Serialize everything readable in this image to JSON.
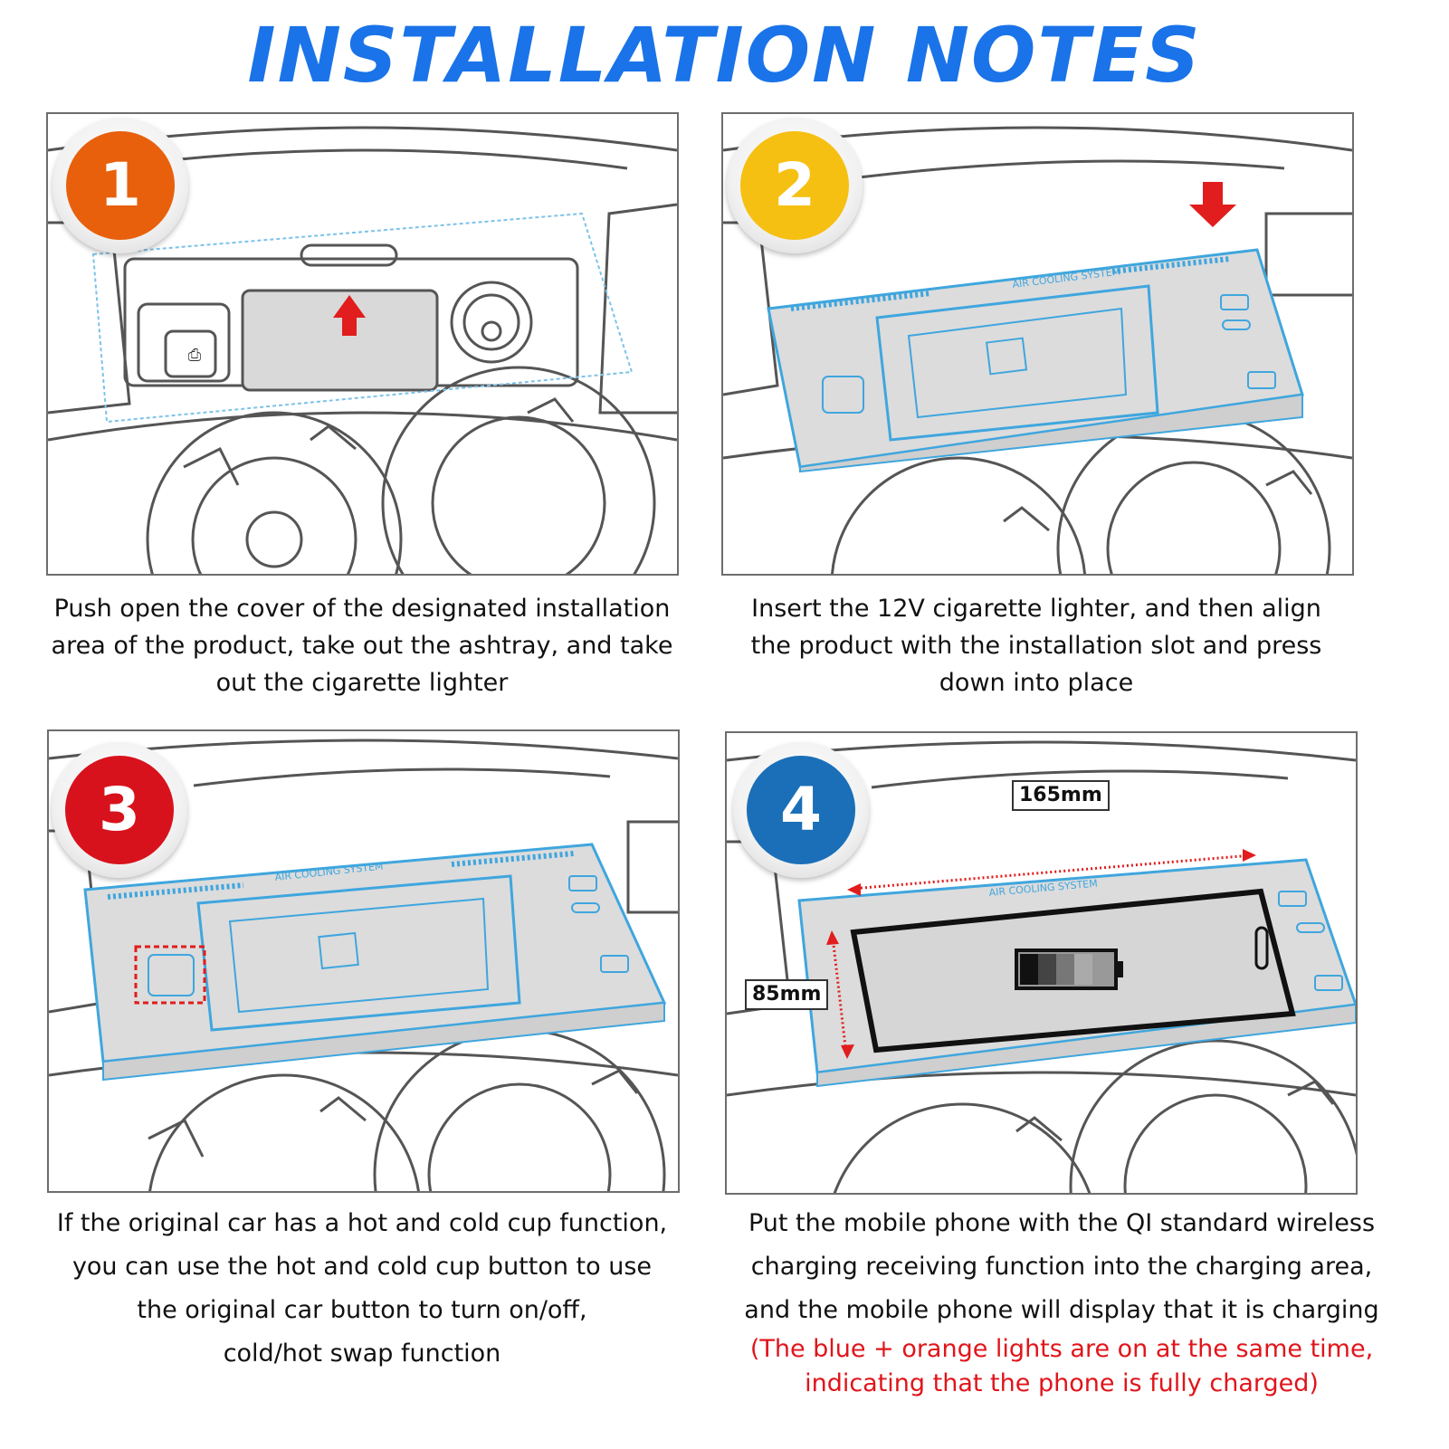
{
  "title": "INSTALLATION NOTES",
  "colors": {
    "title": "#1a73e8",
    "step1": "#e8600c",
    "step2": "#f6c012",
    "step3": "#d8121c",
    "step4": "#1a6fb8",
    "outline": "#3fa6de",
    "note": "#e0151b"
  },
  "steps": [
    {
      "number": "1",
      "lines": [
        "Push open the cover of the designated installation",
        "area of the product, take out the ashtray, and take",
        "out the cigarette lighter"
      ]
    },
    {
      "number": "2",
      "lines": [
        "Insert the 12V cigarette lighter, and then align",
        "the product with the installation slot and press",
        "down into place"
      ]
    },
    {
      "number": "3",
      "lines": [
        "If the original car has a hot and cold cup function,",
        "you can use the hot and cold cup button to use",
        "the original car button to turn on/off,",
        "cold/hot swap function"
      ]
    },
    {
      "number": "4",
      "lines": [
        "Put the mobile phone with the QI standard wireless",
        "charging receiving function into the charging area,",
        "and the mobile phone will display that it is charging"
      ],
      "note_lines": [
        "(The blue + orange lights are on at the same time,",
        "indicating that the phone is fully charged)"
      ]
    }
  ],
  "dimensions": {
    "length": "165mm",
    "width": "85mm"
  },
  "device_label": "AIR COOLING SYSTEM"
}
